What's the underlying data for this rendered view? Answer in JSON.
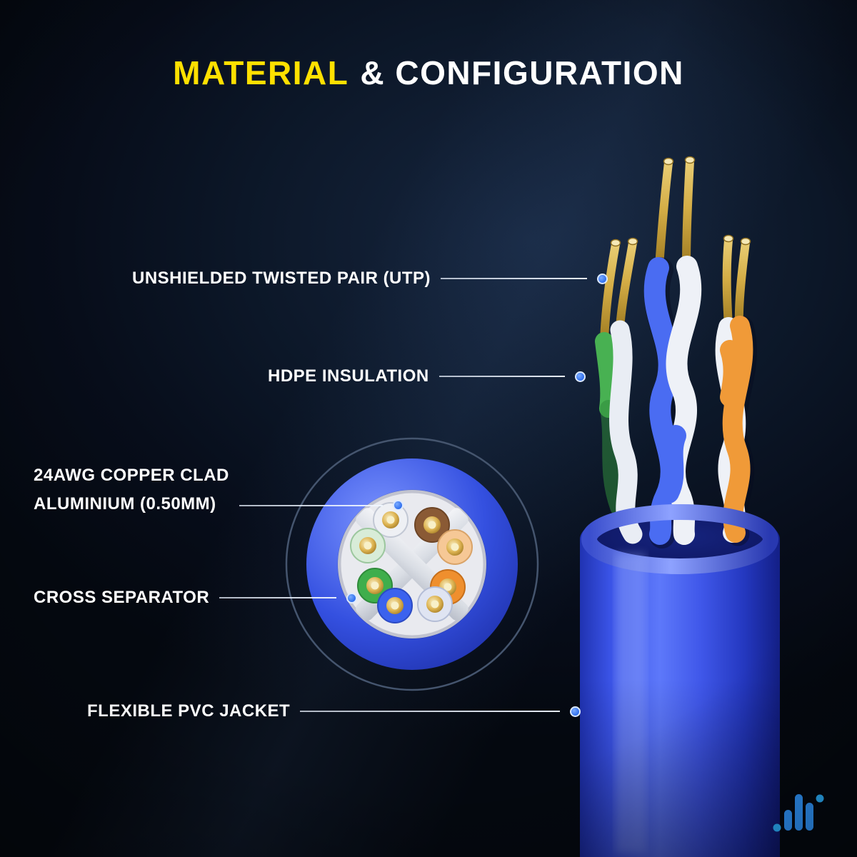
{
  "title": {
    "part1": "MATERIAL",
    "part2": "& CONFIGURATION"
  },
  "callouts": [
    {
      "id": "utp",
      "text": "UNSHIELDED TWISTED PAIR (UTP)"
    },
    {
      "id": "hdpe",
      "text": "HDPE INSULATION"
    },
    {
      "id": "awg",
      "lines": [
        "24AWG COPPER CLAD",
        "ALUMINIUM (0.50MM)"
      ]
    },
    {
      "id": "separator",
      "text": "CROSS SEPARATOR"
    },
    {
      "id": "jacket",
      "text": "FLEXIBLE PVC JACKET"
    }
  ],
  "illustration": {
    "type": "ethernet-cable-cutaway",
    "jacket_color": "#3a53e6",
    "copper_color": "#d4ad46",
    "insulation_colors": {
      "blue": "#4a6cf2",
      "white": "#eef1f7",
      "orange": "#f09a38",
      "green": "#48b152",
      "brown": "#8a5a35"
    },
    "cross_section_wires": [
      "white",
      "brown",
      "white-green",
      "green",
      "white-orange",
      "orange",
      "blue",
      "white-blue"
    ]
  },
  "colors": {
    "accent_yellow": "#ffe000",
    "text_white": "#ffffff",
    "dot_blue": "#3b7ef7",
    "background": "#0a1322"
  },
  "logo": {
    "name": "brand-wave-logo",
    "color": "#2d9bf3"
  }
}
